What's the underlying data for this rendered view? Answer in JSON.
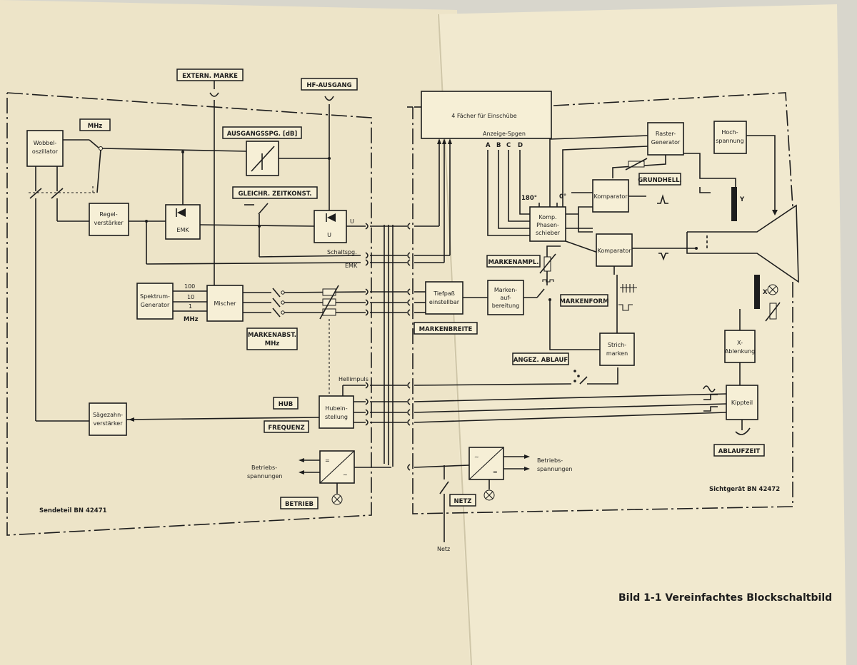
{
  "caption": "Bild 1-1  Vereinfachtes  Blockschaltbild",
  "units": {
    "sendeteil": "Sendeteil  BN 42471",
    "sichtgeraet": "Sichtgerät  BN 42472"
  },
  "blocks": {
    "wobbel_1": "Wobbel-",
    "wobbel_2": "oszillator",
    "regel_1": "Regel-",
    "regel_2": "verstärker",
    "emk_block": "EMK",
    "ua_block": "U",
    "spektrum_1": "Spektrum-",
    "spektrum_2": "Generator",
    "mischer": "Mischer",
    "saege_1": "Sägezahn-",
    "saege_2": "verstärker",
    "hub_1": "Hubein-",
    "hub_2": "stellung",
    "faecher": "4 Fächer für Einschübe",
    "anzeige": "Anzeige-Spgen",
    "abcd": [
      "A",
      "B",
      "C",
      "D"
    ],
    "komp_1": "Komp.",
    "komp_2": "Phasen-",
    "komp_3": "schieber",
    "raster_1": "Raster-",
    "raster_2": "Generator",
    "hoch_1": "Hoch-",
    "hoch_2": "spannung",
    "komparator_1": "Komparator",
    "komparator_2": "Komparator",
    "tiefpass_1": "Tiefpaß",
    "tiefpass_2": "einstellbar",
    "marken_1": "Marken-",
    "marken_2": "auf-",
    "marken_3": "bereitung",
    "strich_1": "Strich-",
    "strich_2": "marken",
    "xabl_1": "X-",
    "xabl_2": "Ablenkung",
    "kipp": "Kippteil"
  },
  "labels": {
    "extern_marke": "EXTERN. MARKE",
    "hf_ausgang": "HF-AUSGANG",
    "mhz_sw": "MHz",
    "ausgangsspg": "AUSGANGSSPG. [dB]",
    "gleichr": "GLEICHR. ZEITKONST.",
    "markenabst_1": "MARKENABST.",
    "markenabst_2": "MHz",
    "hub": "HUB",
    "frequenz": "FREQUENZ",
    "betrieb": "BETRIEB",
    "markenbreite": "MARKENBREITE",
    "markenampl": "MARKENAMPL.",
    "markenform": "MARKENFORM",
    "angez_ablauf": "ANGEZ. ABLAUF",
    "grundhell": "GRUNDHELL.",
    "ablaufzeit": "ABLAUFZEIT",
    "netz_sw": "NETZ"
  },
  "texts": {
    "ua": "U",
    "schaltspg": "Schaltspg.",
    "emk": "EMK",
    "hellimpuls": "Hellimpuls",
    "betriebs_1a": "Betriebs-",
    "betriebs_1b": "spannungen",
    "betriebs_2a": "Betriebs-",
    "betriebs_2b": "spannungen",
    "netz": "Netz",
    "deg180": "180°",
    "deg0": "0°",
    "y": "Y",
    "x": "X",
    "f100": "100",
    "f10": "10",
    "f1": "1",
    "mhz_small": "MHz"
  }
}
